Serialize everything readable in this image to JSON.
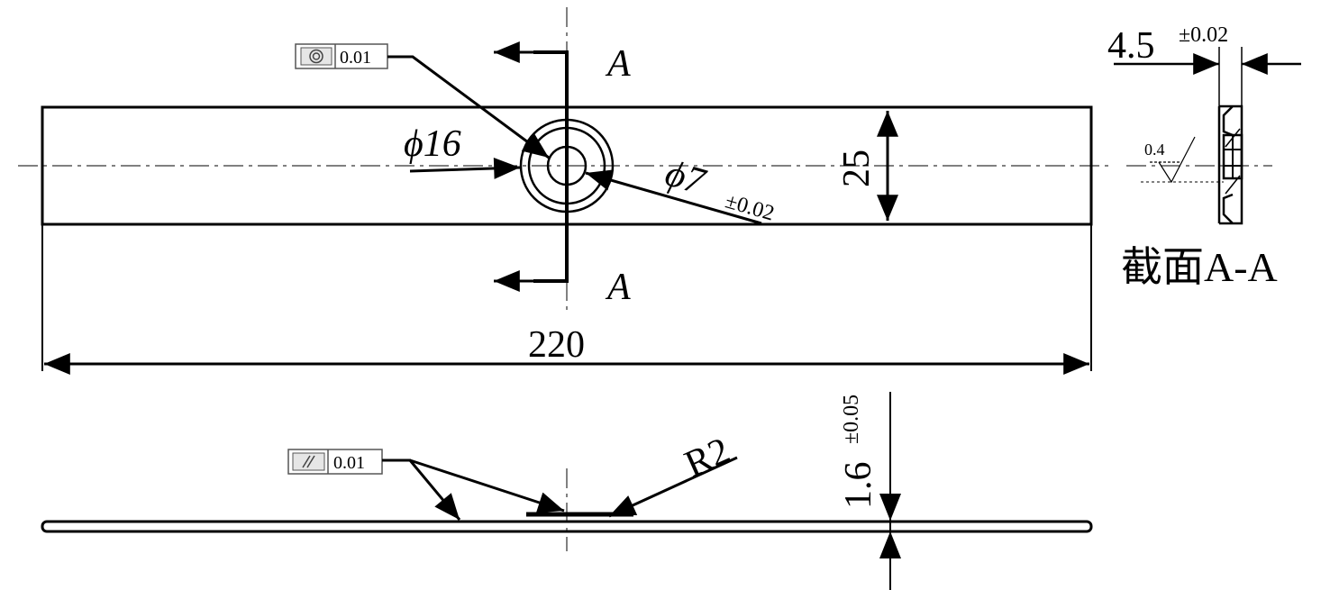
{
  "top_view": {
    "length": "220",
    "width": "25",
    "hole_outer": "ϕ16",
    "hole_inner": "ϕ7",
    "hole_inner_tol": "±0.02",
    "section_letter_top": "A",
    "section_letter_bottom": "A",
    "concentricity": {
      "symbol": "concentricity-icon",
      "value": "0.01"
    }
  },
  "section_view": {
    "thickness": "4.5",
    "thickness_tol": "±0.02",
    "roughness": "0.4",
    "caption": "截面A-A"
  },
  "side_view": {
    "thickness": "1.6",
    "thickness_tol": "±0.05",
    "radius": "R2",
    "parallelism": {
      "symbol": "parallelism-icon",
      "value": "0.01"
    }
  }
}
